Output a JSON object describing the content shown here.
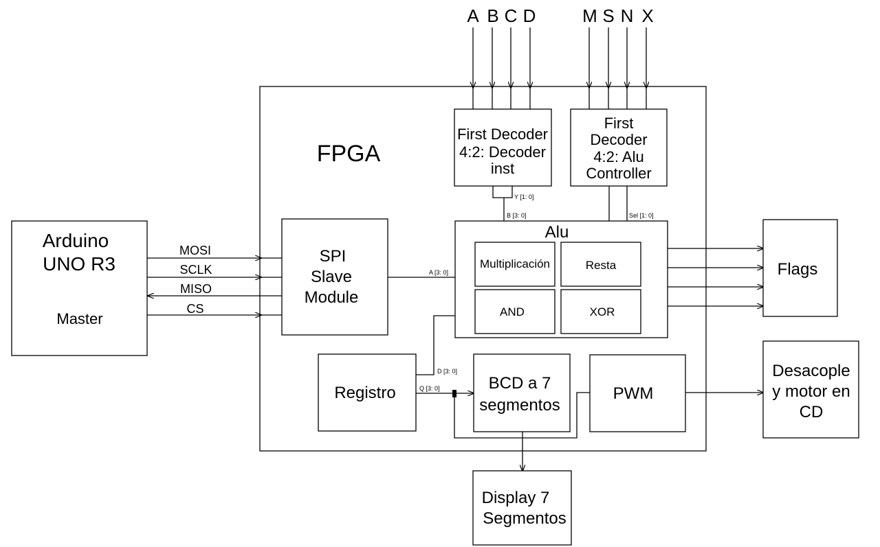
{
  "inputs_top_left": [
    "A",
    "B",
    "C",
    "D"
  ],
  "inputs_top_right": [
    "M",
    "S",
    "N",
    "X"
  ],
  "fpga_label": "FPGA",
  "arduino": {
    "line1": "Arduino",
    "line2": "UNO R3",
    "line3": "Master"
  },
  "spi_signals": {
    "mosi": "MOSI",
    "sclk": "SCLK",
    "miso": "MISO",
    "cs": "CS"
  },
  "spi_module": [
    "SPI",
    "Slave",
    "Module"
  ],
  "decoder_inst": [
    "First Decoder",
    "4:2: Decoder",
    "inst"
  ],
  "decoder_alu": [
    "First",
    "Decoder",
    "4:2: Alu",
    "Controller"
  ],
  "alu": {
    "title": "Alu",
    "ops": {
      "mult": "Multiplicación",
      "resta": "Resta",
      "and": "AND",
      "xor": "XOR"
    }
  },
  "flags": "Flags",
  "registro": "Registro",
  "bcd": [
    "BCD a 7",
    "segmentos"
  ],
  "pwm": "PWM",
  "desacople": [
    "Desacople",
    "y motor en",
    "CD"
  ],
  "display": [
    "Display 7",
    "Segmentos"
  ],
  "bus_labels": {
    "y": "Y [1: 0]",
    "b": "B [3: 0]",
    "sel": "Sel [1: 0]",
    "a": "A [3: 0]",
    "d": "D [3: 0]",
    "q": "Q [3: 0]"
  }
}
